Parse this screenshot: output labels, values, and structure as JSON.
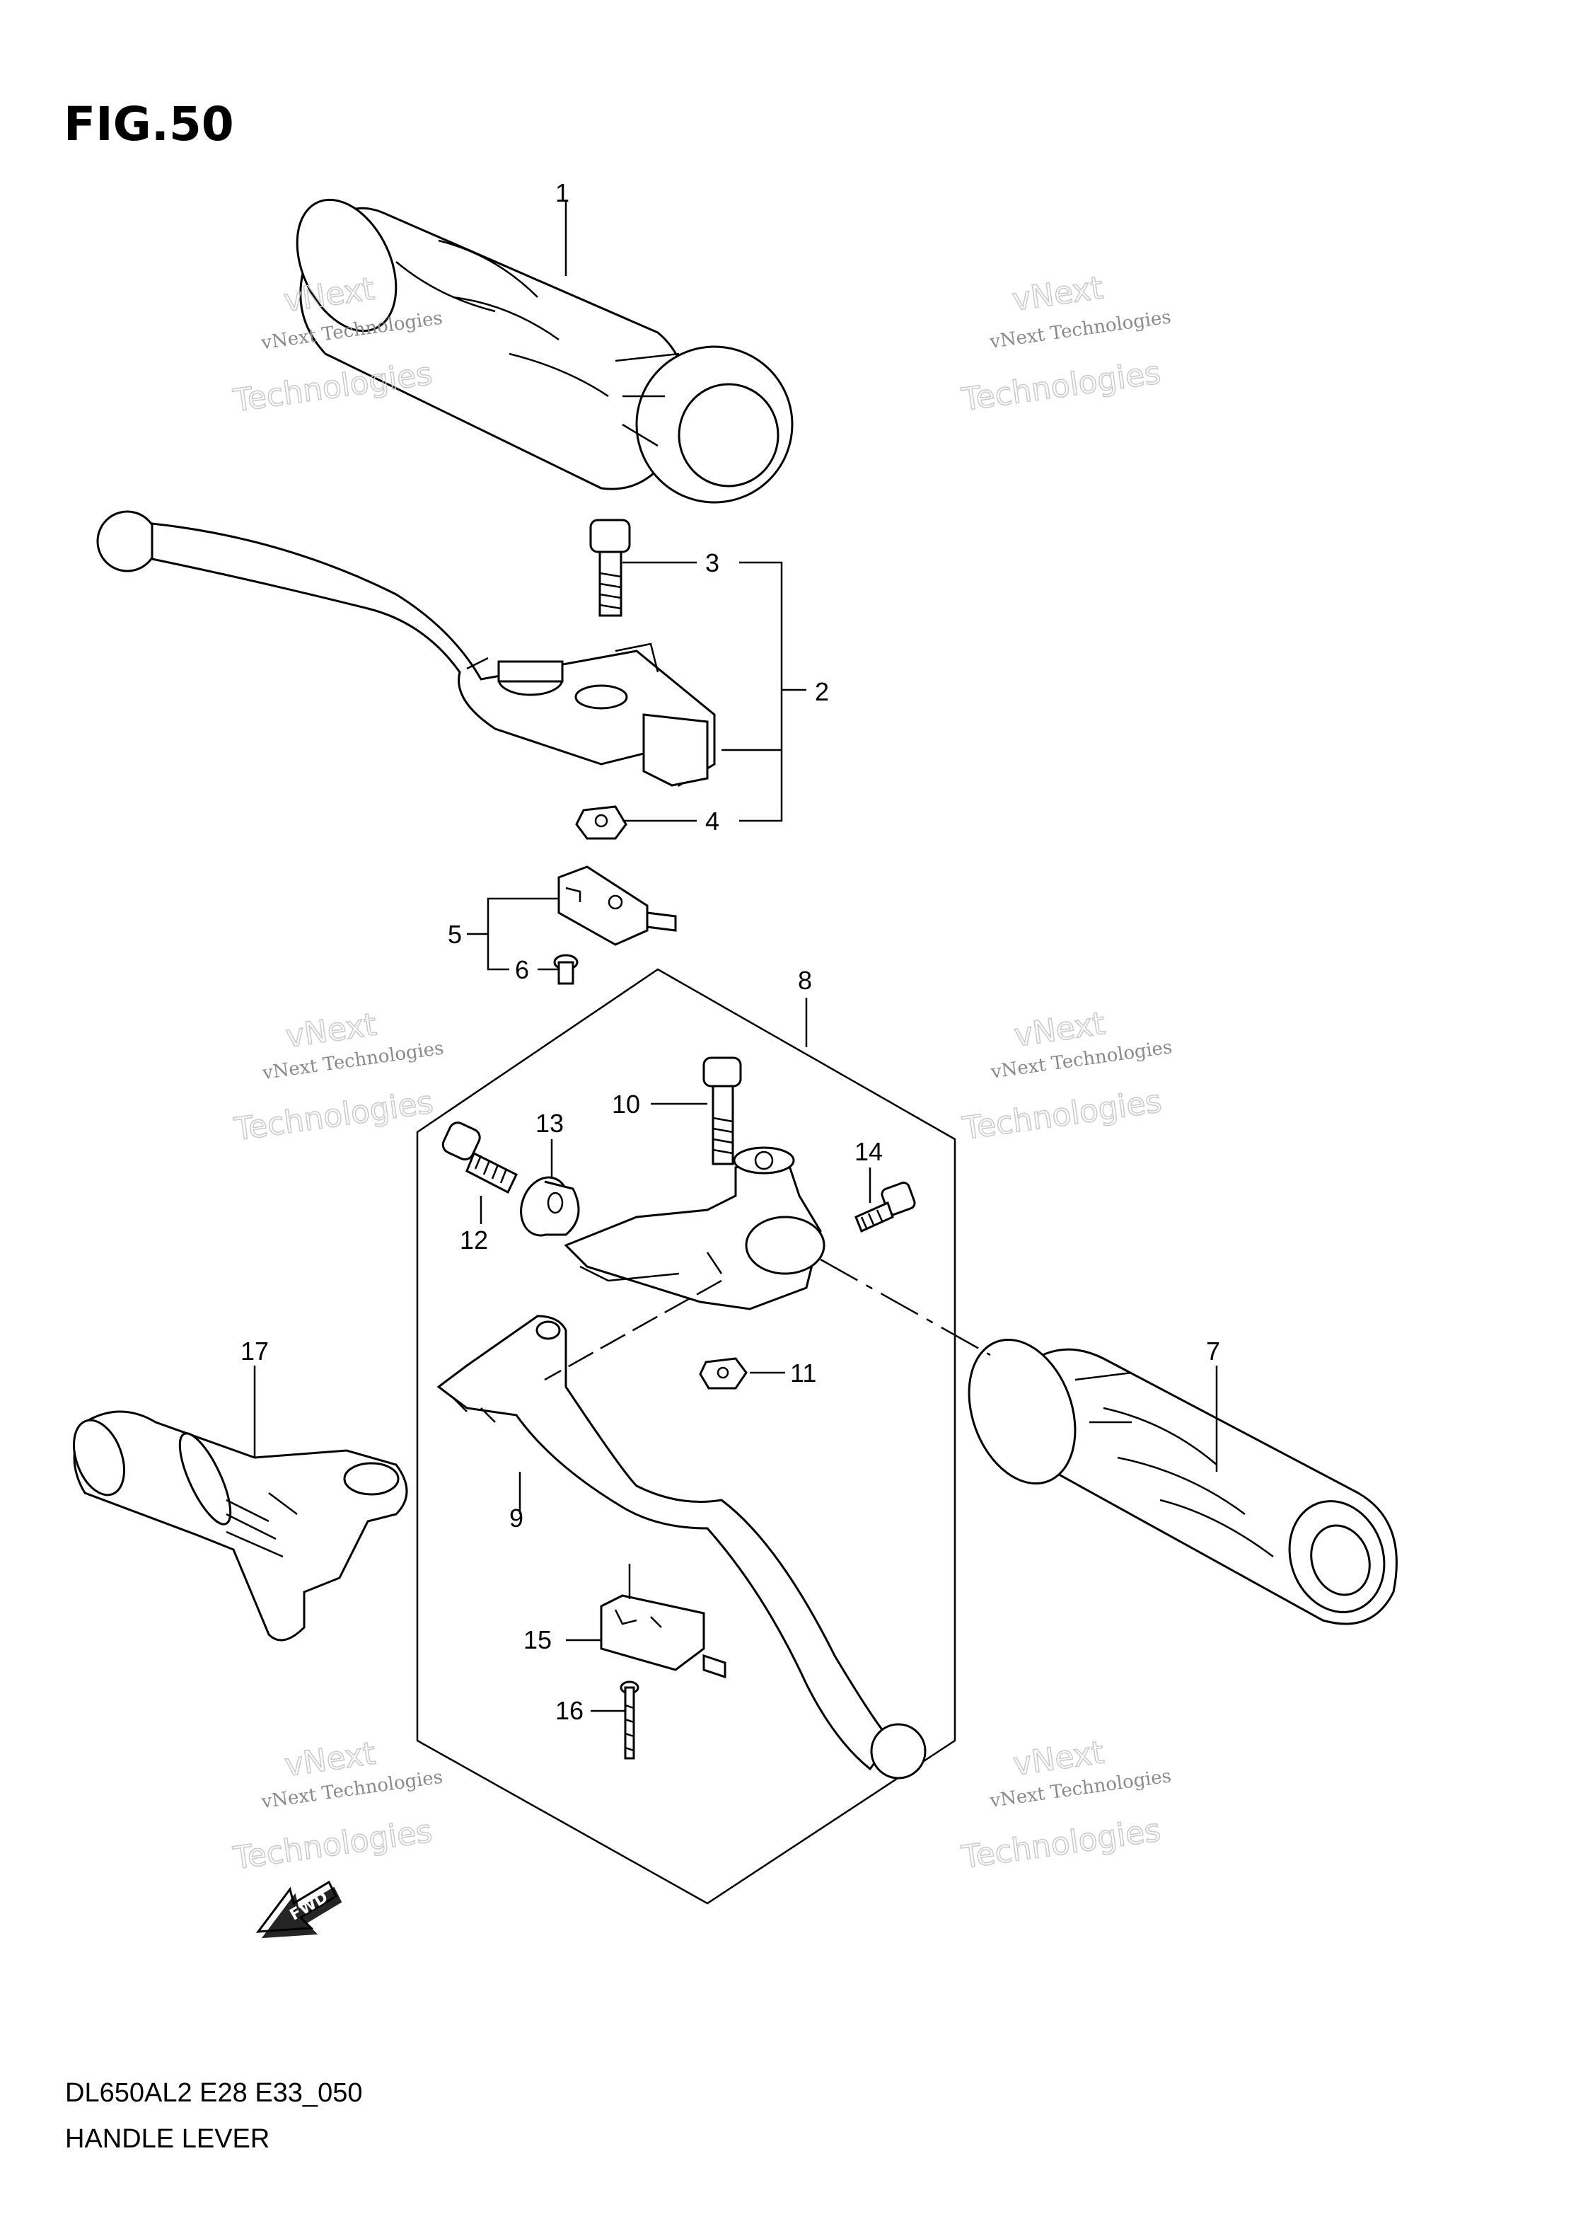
{
  "figure": {
    "title": "FIG.50",
    "model_code": "DL650AL2 E28 E33_050",
    "caption": "HANDLE LEVER",
    "fwd_label": "FWD"
  },
  "watermark": {
    "line1": "vNext Technologies",
    "line2": "vNext",
    "line3": "Technologies"
  },
  "callouts": [
    "1",
    "2",
    "3",
    "4",
    "5",
    "6",
    "7",
    "8",
    "9",
    "10",
    "11",
    "12",
    "13",
    "14",
    "15",
    "16",
    "17"
  ],
  "colors": {
    "ink": "#000000",
    "watermark": "#c9c9c9",
    "background": "#ffffff"
  }
}
